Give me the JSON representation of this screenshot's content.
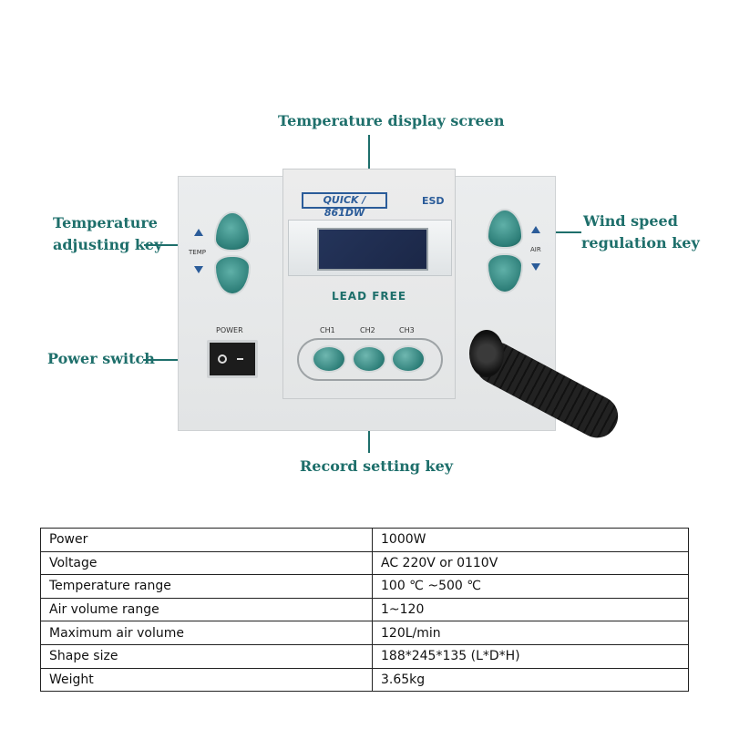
{
  "callouts": {
    "temp_display": "Temperature display screen",
    "temp_adjust_line1": "Temperature",
    "temp_adjust_line2": "adjusting key",
    "wind_line1": "Wind speed",
    "wind_line2": "regulation key",
    "power_switch": "Power switch",
    "record_key": "Record setting key"
  },
  "device": {
    "logo": "QUICK / 861DW",
    "esd": "ESD",
    "lead_free": "LEAD FREE",
    "temp_label": "TEMP",
    "air_label": "AIR",
    "power_label": "POWER",
    "channels": [
      "CH1",
      "CH2",
      "CH3"
    ]
  },
  "specs": [
    {
      "key": "Power",
      "value": "1000W"
    },
    {
      "key": "Voltage",
      "value": "AC 220V or 0110V"
    },
    {
      "key": "Temperature range",
      "value": "100 ℃ ~500 ℃"
    },
    {
      "key": "Air volume range",
      "value": "1~120"
    },
    {
      "key": "Maximum air volume",
      "value": "120L/min"
    },
    {
      "key": "Shape size",
      "value": "188*245*135 (L*D*H)"
    },
    {
      "key": "Weight",
      "value": "3.65kg"
    }
  ],
  "colors": {
    "accent": "#1e6f6b",
    "button": "#2e7f79",
    "logo": "#2b5c99"
  }
}
